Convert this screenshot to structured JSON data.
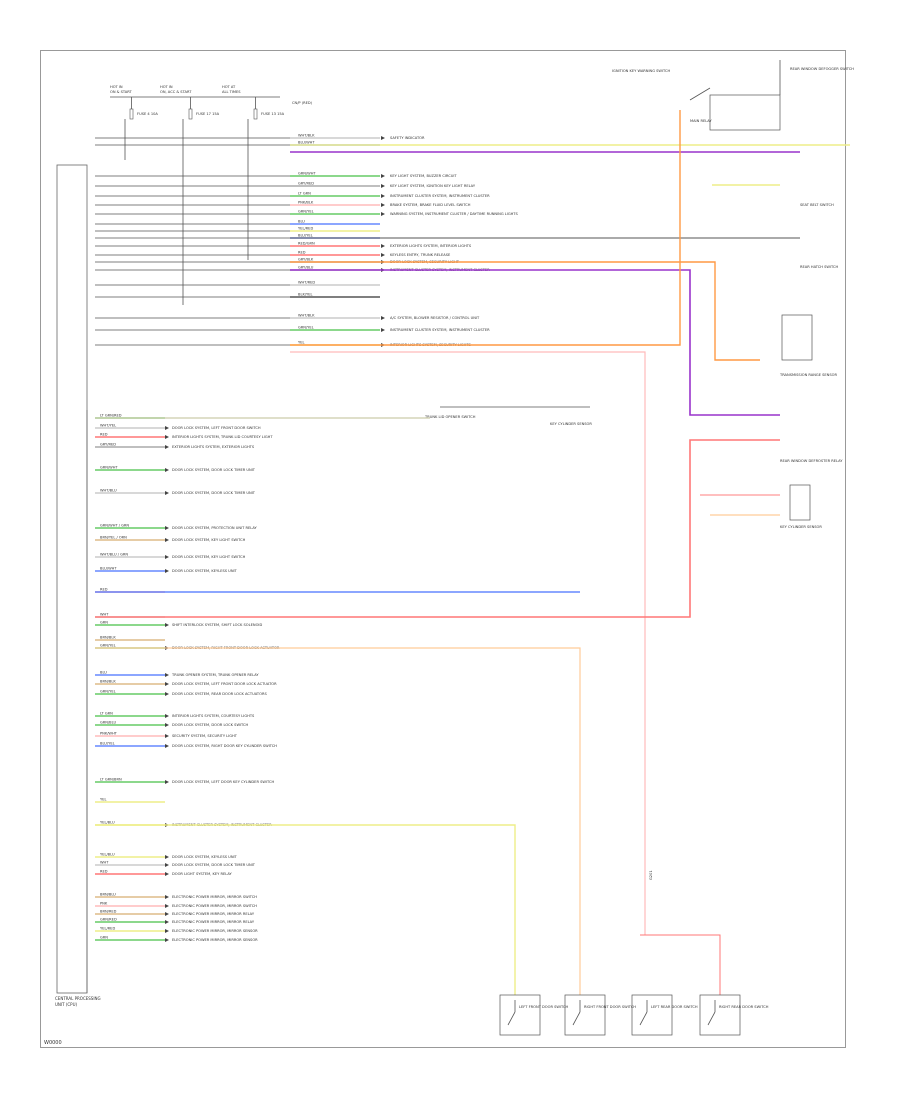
{
  "page_code": "W0000",
  "central_unit": {
    "title": "CENTRAL PROCESSING",
    "subtitle": "UNIT (CPU)"
  },
  "fuses": [
    {
      "line1": "HOT IN",
      "line2": "ON & START",
      "fuse_text": "FUSE 4 10A"
    },
    {
      "line1": "HOT IN",
      "line2": "ON, ACC & START",
      "fuse_text": "FUSE 17 15A"
    },
    {
      "line1": "HOT AT",
      "line2": "ALL TIMES",
      "fuse_text": "FUSE 13 15A"
    }
  ],
  "component_labels": {
    "cpu_connector": "CN/P (RED)",
    "ignition_key": "IGNITION KEY WARNING SWITCH",
    "main_relay": "MAIN RELAY",
    "rear_window_defogger": "REAR WINDOW DEFOGGER SWITCH",
    "seat_belt_switch": "SEAT BELT SWITCH",
    "rear_hatch": "REAR HATCH SWITCH",
    "transmission": "TRANSMISSION RANGE SENSOR",
    "trunk_lid": "TRUNK LID OPENER SWITCH",
    "rear_window_defroster": "REAR WINDOW DEFROSTER RELAY",
    "key_cylinder": "KEY CYLINDER SENSOR",
    "key_cylinder2": "KEY CYLINDER SENSOR",
    "ground_switches": [
      "LEFT FRONT DOOR SWITCH",
      "RIGHT FRONT DOOR SWITCH",
      "LEFT REAR DOOR SWITCH",
      "RIGHT REAR DOOR SWITCH"
    ],
    "ground_connector": "G201"
  },
  "right_rows": [
    {
      "wire": "WHT/BLK",
      "dest": "SAFETY INDICATOR"
    },
    {
      "wire": "BLU/WHT",
      "dest": ""
    },
    {
      "wire": "GRN/WHT",
      "dest": "KEY LIGHT SYSTEM, BUZZER CIRCUIT"
    },
    {
      "wire": "GRY/RED",
      "dest": "KEY LIGHT SYSTEM, IGNITION KEY LIGHT RELAY"
    },
    {
      "wire": "LT GRN",
      "dest": "INSTRUMENT CLUSTER SYSTEM, INSTRUMENT CLUSTER"
    },
    {
      "wire": "PNK/BLK",
      "dest": "BRAKE SYSTEM, BRAKE FLUID LEVEL SWITCH"
    },
    {
      "wire": "GRN/YEL",
      "dest": "WARNING SYSTEM, INSTRUMENT CLUSTER / DAYTIME RUNNING LIGHTS"
    },
    {
      "wire": "BLU",
      "dest": ""
    },
    {
      "wire": "YEL/RED",
      "dest": ""
    },
    {
      "wire": "BLU/YEL",
      "dest": ""
    },
    {
      "wire": "RED/GRN",
      "dest": "EXTERIOR LIGHTS SYSTEM, INTERIOR LIGHTS"
    },
    {
      "wire": "RED",
      "dest": "KEYLESS ENTRY, TRUNK RELEASE"
    },
    {
      "wire": "GRY/BLK",
      "dest": "DOOR LOCK SYSTEM, SECURITY LIGHT"
    },
    {
      "wire": "GRY/BLU",
      "dest": "INSTRUMENT CLUSTER SYSTEM, INSTRUMENT CLUSTER"
    },
    {
      "wire": "WHT/RED",
      "dest": ""
    },
    {
      "wire": "BLK/YEL",
      "dest": ""
    },
    {
      "wire": "WHT/BLK",
      "dest": "A/C SYSTEM, BLOWER RESISTOR / CONTROL UNIT"
    },
    {
      "wire": "GRN/YEL",
      "dest": "INSTRUMENT CLUSTER SYSTEM, INSTRUMENT CLUSTER"
    },
    {
      "wire": "YEL",
      "dest": "INTERIOR LIGHTS SYSTEM, SECURITY LIGHTS"
    }
  ],
  "left_rows": [
    {
      "wire": "LT GRN/RED",
      "dest": ""
    },
    {
      "wire": "WHT/YEL",
      "dest": "DOOR LOCK SYSTEM, LEFT FRONT DOOR SWITCH"
    },
    {
      "wire": "RED",
      "dest": "INTERIOR LIGHTS SYSTEM, TRUNK LID COURTESY LIGHT"
    },
    {
      "wire": "GRY/RED",
      "dest": "EXTERIOR LIGHTS SYSTEM, EXTERIOR LIGHTS"
    },
    {
      "wire": "GRN/WHT",
      "dest": "DOOR LOCK SYSTEM, DOOR LOCK TIMER UNIT"
    },
    {
      "wire": "WHT/BLU",
      "dest": "DOOR LOCK SYSTEM, DOOR LOCK TIMER UNIT"
    },
    {
      "wire": "GRN/WHT / GRN",
      "dest": "DOOR LOCK SYSTEM, PROTECTION UNIT RELAY"
    },
    {
      "wire": "BRN/YEL / ORN",
      "dest": "DOOR LOCK SYSTEM, KEY LIGHT SWITCH"
    },
    {
      "wire": "WHT/BLU / GRN",
      "dest": "DOOR LOCK SYSTEM, KEY LIGHT SWITCH"
    },
    {
      "wire": "BLU/WHT",
      "dest": "DOOR LOCK SYSTEM, KEYLESS UNIT"
    },
    {
      "wire": "RED",
      "dest": ""
    },
    {
      "wire": "WHT",
      "dest": ""
    },
    {
      "wire": "GRN",
      "dest": "SHIFT INTERLOCK SYSTEM, SHIFT LOCK SOLENOID"
    },
    {
      "wire": "BRN/BLK",
      "dest": ""
    },
    {
      "wire": "GRN/YEL",
      "dest": "DOOR LOCK SYSTEM, RIGHT FRONT DOOR LOCK ACTUATOR"
    },
    {
      "wire": "BLU",
      "dest": "TRUNK OPENER SYSTEM, TRUNK OPENER RELAY"
    },
    {
      "wire": "BRN/BLK",
      "dest": "DOOR LOCK SYSTEM, LEFT FRONT DOOR LOCK ACTUATOR"
    },
    {
      "wire": "GRN/YEL",
      "dest": "DOOR LOCK SYSTEM, REAR DOOR LOCK ACTUATORS"
    },
    {
      "wire": "LT GRN",
      "dest": "INTERIOR LIGHTS SYSTEM, COURTESY LIGHTS"
    },
    {
      "wire": "GRN/BLU",
      "dest": "DOOR LOCK SYSTEM, DOOR LOCK SWITCH"
    },
    {
      "wire": "PNK/WHT",
      "dest": "SECURITY SYSTEM, SECURITY LIGHT"
    },
    {
      "wire": "BLU/YEL",
      "dest": "DOOR LOCK SYSTEM, RIGHT DOOR KEY CYLINDER SWITCH"
    },
    {
      "wire": "LT GRN/BRN",
      "dest": "DOOR LOCK SYSTEM, LEFT DOOR KEY CYLINDER SWITCH"
    },
    {
      "wire": "YEL",
      "dest": ""
    },
    {
      "wire": "YEL/BLU",
      "dest": "INSTRUMENT CLUSTER SYSTEM, INSTRUMENT CLUSTER"
    },
    {
      "wire": "YEL/BLU",
      "dest": "DOOR LOCK SYSTEM, KEYLESS UNIT"
    },
    {
      "wire": "WHT",
      "dest": "DOOR LOCK SYSTEM, DOOR LOCK TIMER UNIT"
    },
    {
      "wire": "RED",
      "dest": "DOOR LIGHT SYSTEM, KEY RELAY"
    },
    {
      "wire": "BRN/BLU",
      "dest": "ELECTRONIC POWER MIRROR, MIRROR SWITCH"
    },
    {
      "wire": "PNK",
      "dest": "ELECTRONIC POWER MIRROR, MIRROR SWITCH"
    },
    {
      "wire": "BRN/RED",
      "dest": "ELECTRONIC POWER MIRROR, MIRROR RELAY"
    },
    {
      "wire": "GRN/RED",
      "dest": "ELECTRONIC POWER MIRROR, MIRROR RELAY"
    },
    {
      "wire": "YEL/RED",
      "dest": "ELECTRONIC POWER MIRROR, MIRROR SENSOR"
    },
    {
      "wire": "GRN",
      "dest": "ELECTRONIC POWER MIRROR, MIRROR SENSOR"
    }
  ],
  "colors": {
    "frame": "#999999",
    "wire_black": "#555555",
    "wire_purple": "#9933cc",
    "wire_orange": "#ff9944",
    "wire_red": "#ff7777",
    "wire_pink": "#ffbbbb",
    "wire_green": "#66cc66",
    "wire_yellow": "#eeee88",
    "wire_blue": "#6688ff",
    "wire_tan": "#ddbb88"
  }
}
